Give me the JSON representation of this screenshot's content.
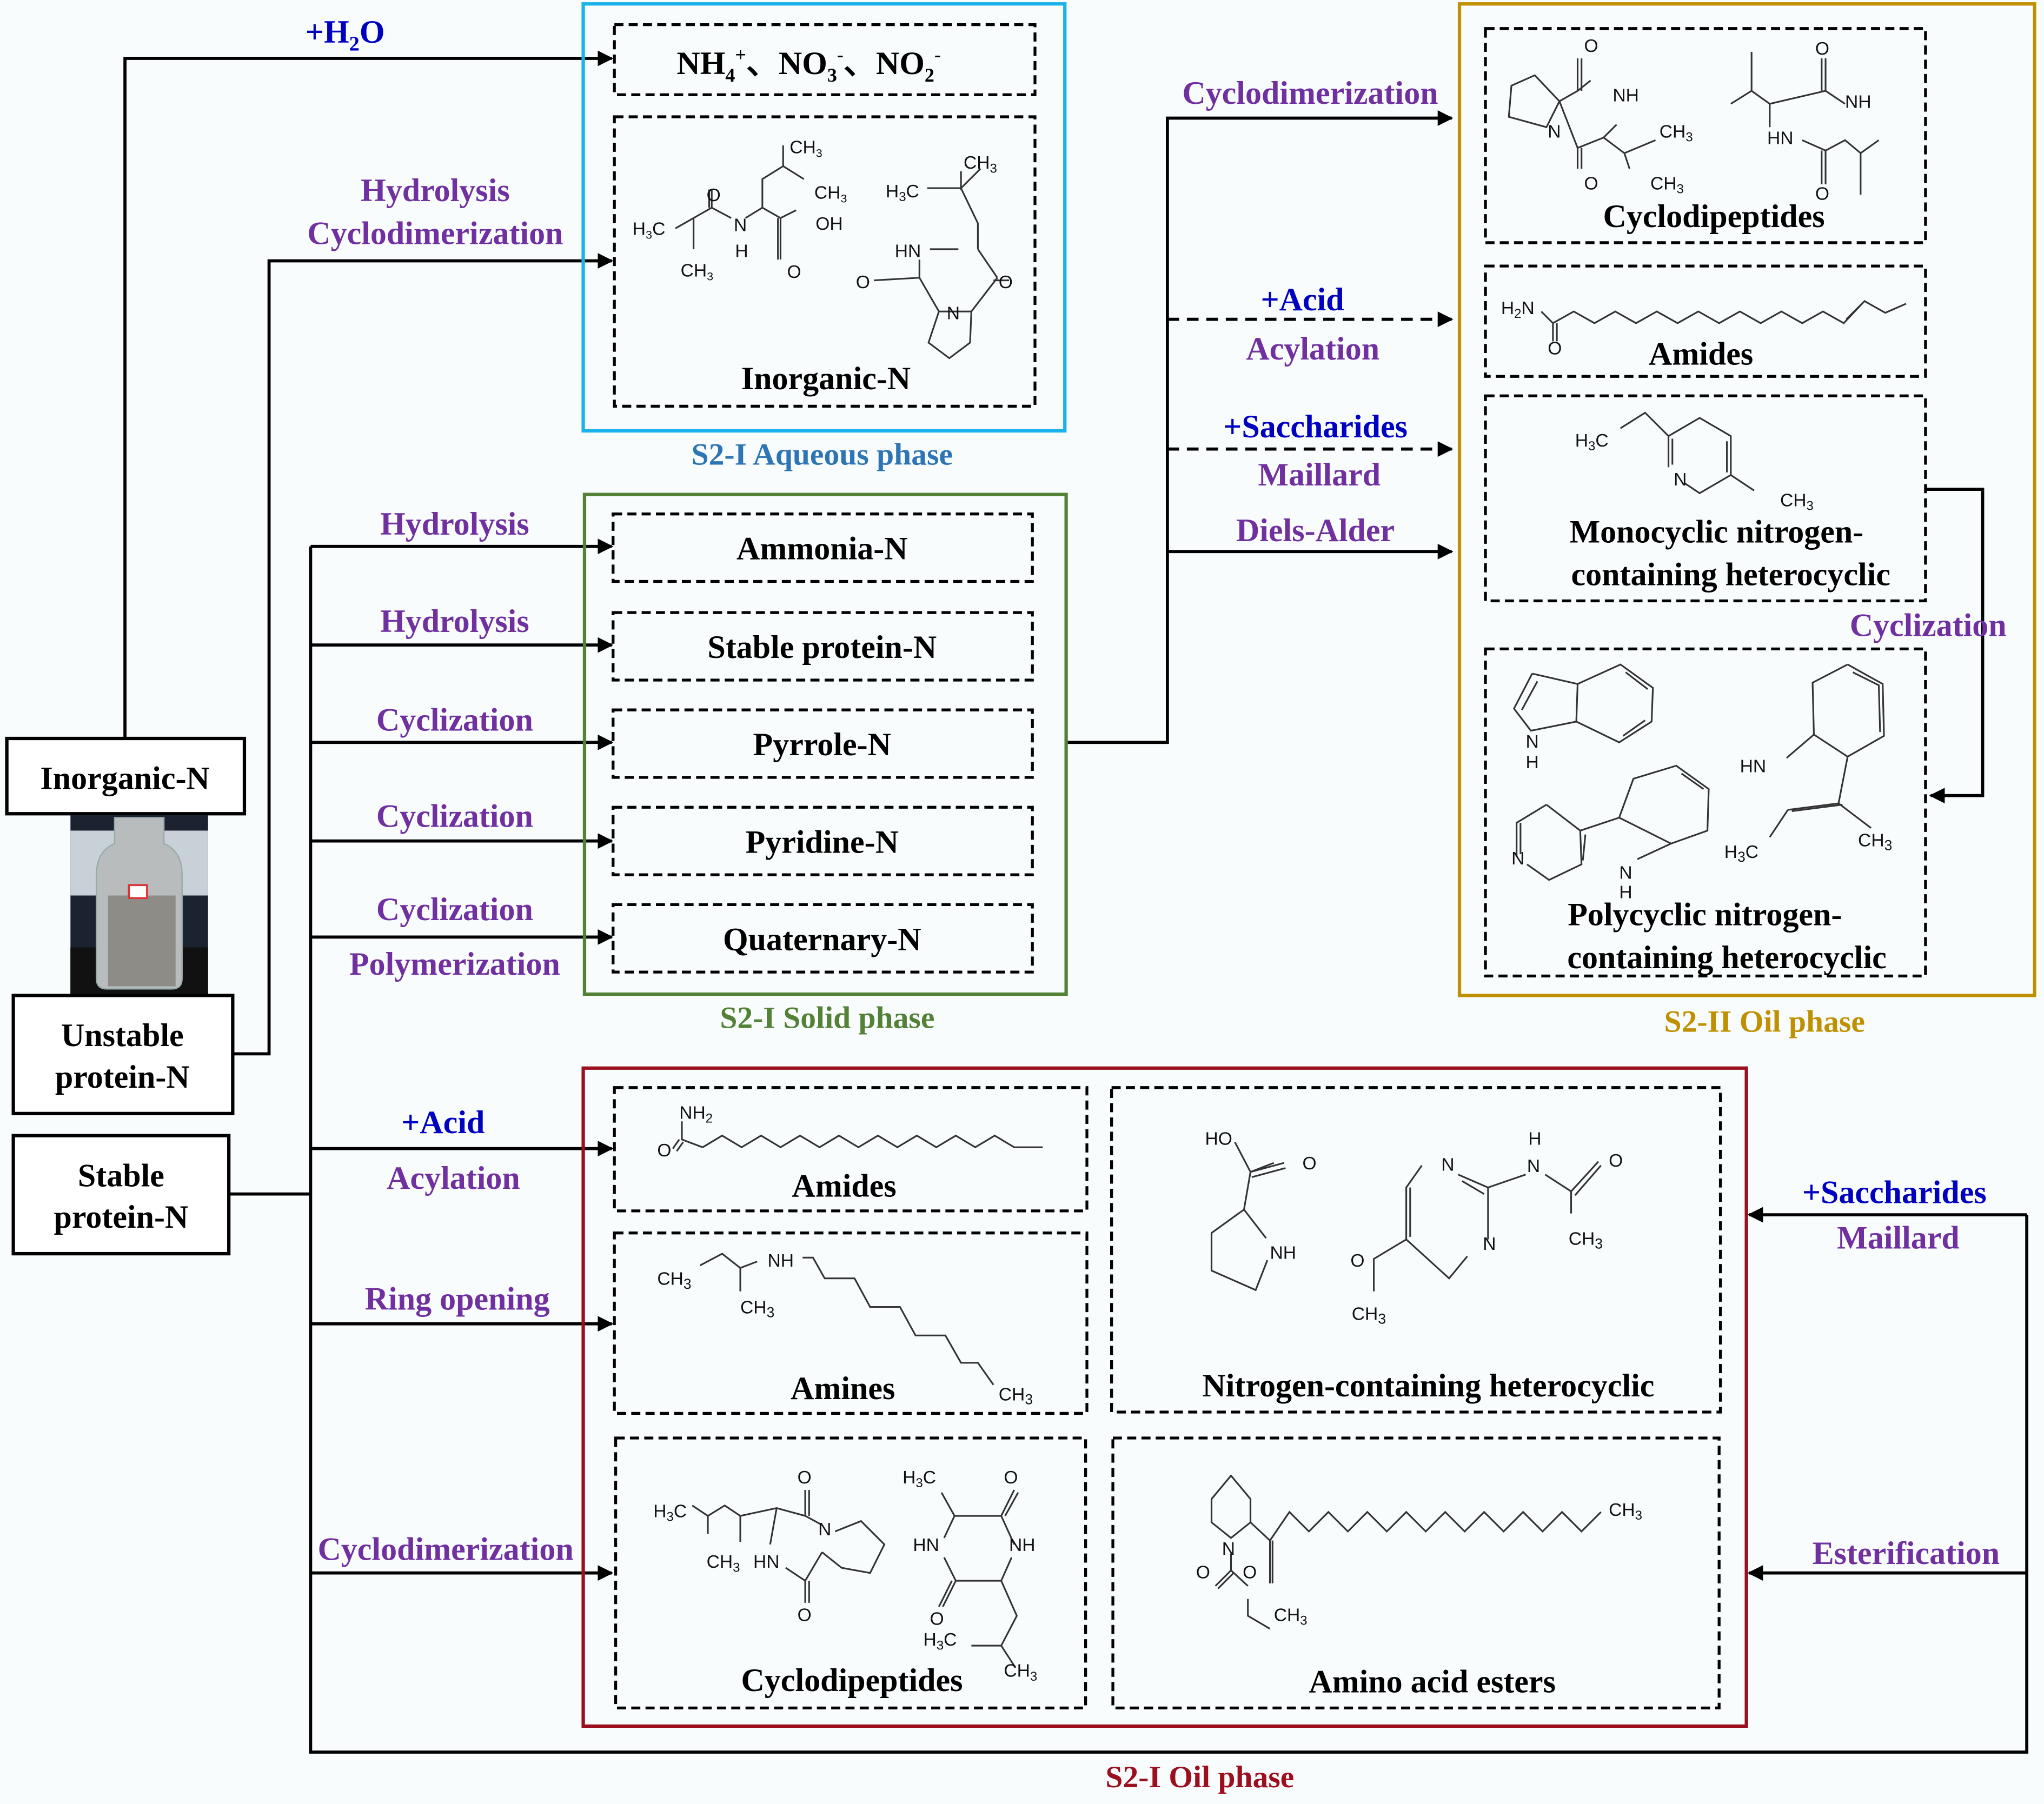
{
  "colors": {
    "aqueous": "#1ab2ea",
    "aqueous_label": "#2e75b6",
    "solid": "#538135",
    "oil2": "#bf9000",
    "oil1": "#9b0f1e",
    "reaction": "#7030a0",
    "reagent": "#0000c0"
  },
  "sources": {
    "inorganic": "Inorganic-N",
    "unstable_1": "Unstable",
    "unstable_2": "protein-N",
    "stable_1": "Stable",
    "stable_2": "protein-N",
    "photo": "sample-jar-photo"
  },
  "arrows": {
    "h2o_plus": "+H",
    "h2o_sub": "2",
    "h2o_o": "O",
    "hydrolysis_1": "Hydrolysis",
    "cyclodimerization_1": "Cyclodimerization",
    "solid_labels": [
      "Hydrolysis",
      "Hydrolysis",
      "Cyclization",
      "Cyclization",
      "Cyclization"
    ],
    "polymerization": "Polymerization",
    "oil2_cyclodimerization": "Cyclodimerization",
    "oil2_acid": "+Acid",
    "oil2_acylation": "Acylation",
    "oil2_saccharides": "+Saccharides",
    "oil2_maillard": "Maillard",
    "oil2_diels_alder": "Diels-Alder",
    "oil2_cyclization": "Cyclization",
    "oil1_acid": "+Acid",
    "oil1_acylation": "Acylation",
    "oil1_ring_opening": "Ring opening",
    "oil1_cyclodimerization": "Cyclodimerization",
    "oil1_saccharides": "+Saccharides",
    "oil1_maillard": "Maillard",
    "oil1_esterification": "Esterification"
  },
  "aqueous": {
    "title": "S2-I Aqueous phase",
    "ions": {
      "nh": "NH",
      "nh_sub": "4",
      "nh_sup": "+",
      "sep": "、",
      "no3": "NO",
      "no3_sub": "3",
      "no3_sup": "-",
      "no2": "NO",
      "no2_sub": "2",
      "no2_sup": "-"
    },
    "organic_label": "Inorganic-N"
  },
  "solid": {
    "title": "S2-I Solid phase",
    "items": [
      "Ammonia-N",
      "Stable protein-N",
      "Pyrrole-N",
      "Pyridine-N",
      "Quaternary-N"
    ]
  },
  "oil2": {
    "title": "S2-II Oil phase",
    "cyclodipeptides": "Cyclodipeptides",
    "amides": "Amides",
    "mono_1": "Monocyclic nitrogen-",
    "mono_2": "containing heterocyclic",
    "poly_1": "Polycyclic nitrogen-",
    "poly_2": "containing heterocyclic"
  },
  "oil1": {
    "title": "S2-I Oil phase",
    "amides": "Amides",
    "amines": "Amines",
    "n_hetero": "Nitrogen-containing heterocyclic",
    "cyclodipeptides": "Cyclodipeptides",
    "esters": "Amino acid esters"
  },
  "atoms": {
    "ch3": "CH",
    "h3c": "H",
    "three": "3",
    "c": "C",
    "o": "O",
    "n": "N",
    "h": "H",
    "nh": "NH",
    "hn": "HN",
    "oh": "OH",
    "ho": "HO",
    "h2n": "H",
    "two": "2",
    "nh2": "NH"
  }
}
